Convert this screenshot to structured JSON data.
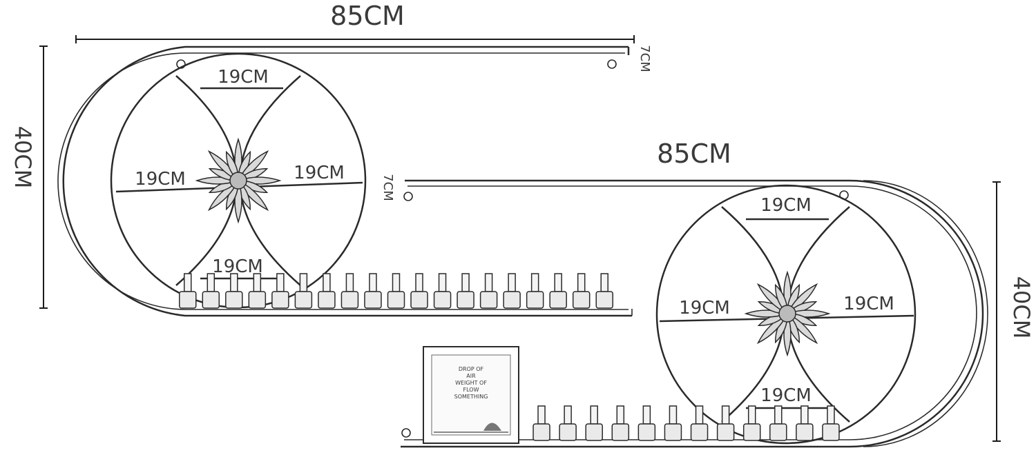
{
  "diagram": {
    "shelf_left": {
      "width_label": "85CM",
      "height_label": "40CM",
      "depth_label": "7CM",
      "segment_top": "19CM",
      "segment_left": "19CM",
      "segment_right": "19CM",
      "segment_bottom": "19CM",
      "bottle_count": 19
    },
    "shelf_right": {
      "width_label": "85CM",
      "height_label": "40CM",
      "depth_label": "7CM",
      "segment_top": "19CM",
      "segment_left": "19CM",
      "segment_right": "19CM",
      "segment_bottom": "19CM",
      "bottle_count": 12,
      "frame_text": [
        "DROP OF",
        "AIR",
        "WEIGHT OF",
        "FLOW",
        "SOMETHING"
      ]
    },
    "colors": {
      "line": "#2a2a2a",
      "text": "#3a3a3a",
      "background": "#ffffff"
    }
  }
}
